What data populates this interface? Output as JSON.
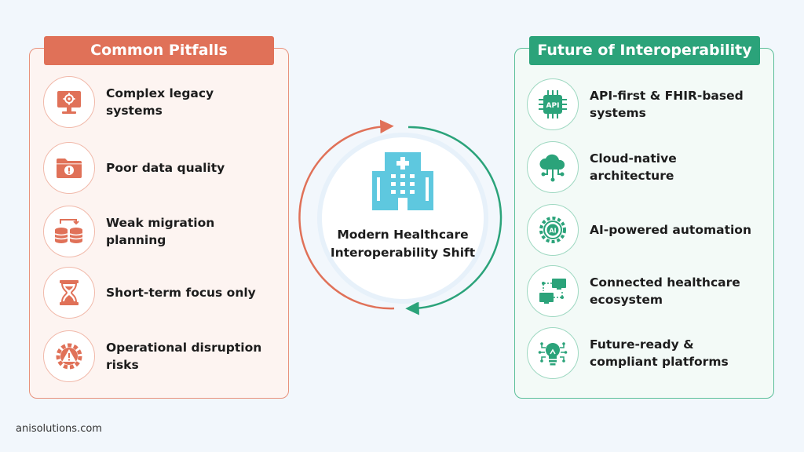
{
  "pitfalls": {
    "title": "Common Pitfalls",
    "items": [
      {
        "label": "Complex legacy systems",
        "icon": "legacy-system-icon"
      },
      {
        "label": "Poor data quality",
        "icon": "folder-alert-icon"
      },
      {
        "label": "Weak migration planning",
        "icon": "database-migration-icon"
      },
      {
        "label": "Short-term focus only",
        "icon": "hourglass-icon"
      },
      {
        "label": "Operational disruption risks",
        "icon": "gear-warning-icon"
      }
    ]
  },
  "future": {
    "title": "Future of Interoperability",
    "items": [
      {
        "label": "API-first & FHIR-based systems",
        "icon": "api-chip-icon"
      },
      {
        "label": "Cloud-native architecture",
        "icon": "cloud-network-icon"
      },
      {
        "label": "AI-powered automation",
        "icon": "ai-gear-icon"
      },
      {
        "label": "Connected healthcare ecosystem",
        "icon": "connected-devices-icon"
      },
      {
        "label": "Future-ready & compliant platforms",
        "icon": "lightbulb-circuit-icon"
      }
    ]
  },
  "center": {
    "label": "Modern Healthcare Interoperability Shift",
    "icon": "hospital-icon"
  },
  "footer": {
    "text": "anisolutions.com"
  },
  "colors": {
    "pitfall_accent": "#e07158",
    "future_accent": "#2ba37a",
    "hospital": "#5ec8df",
    "background": "#f2f7fc"
  }
}
